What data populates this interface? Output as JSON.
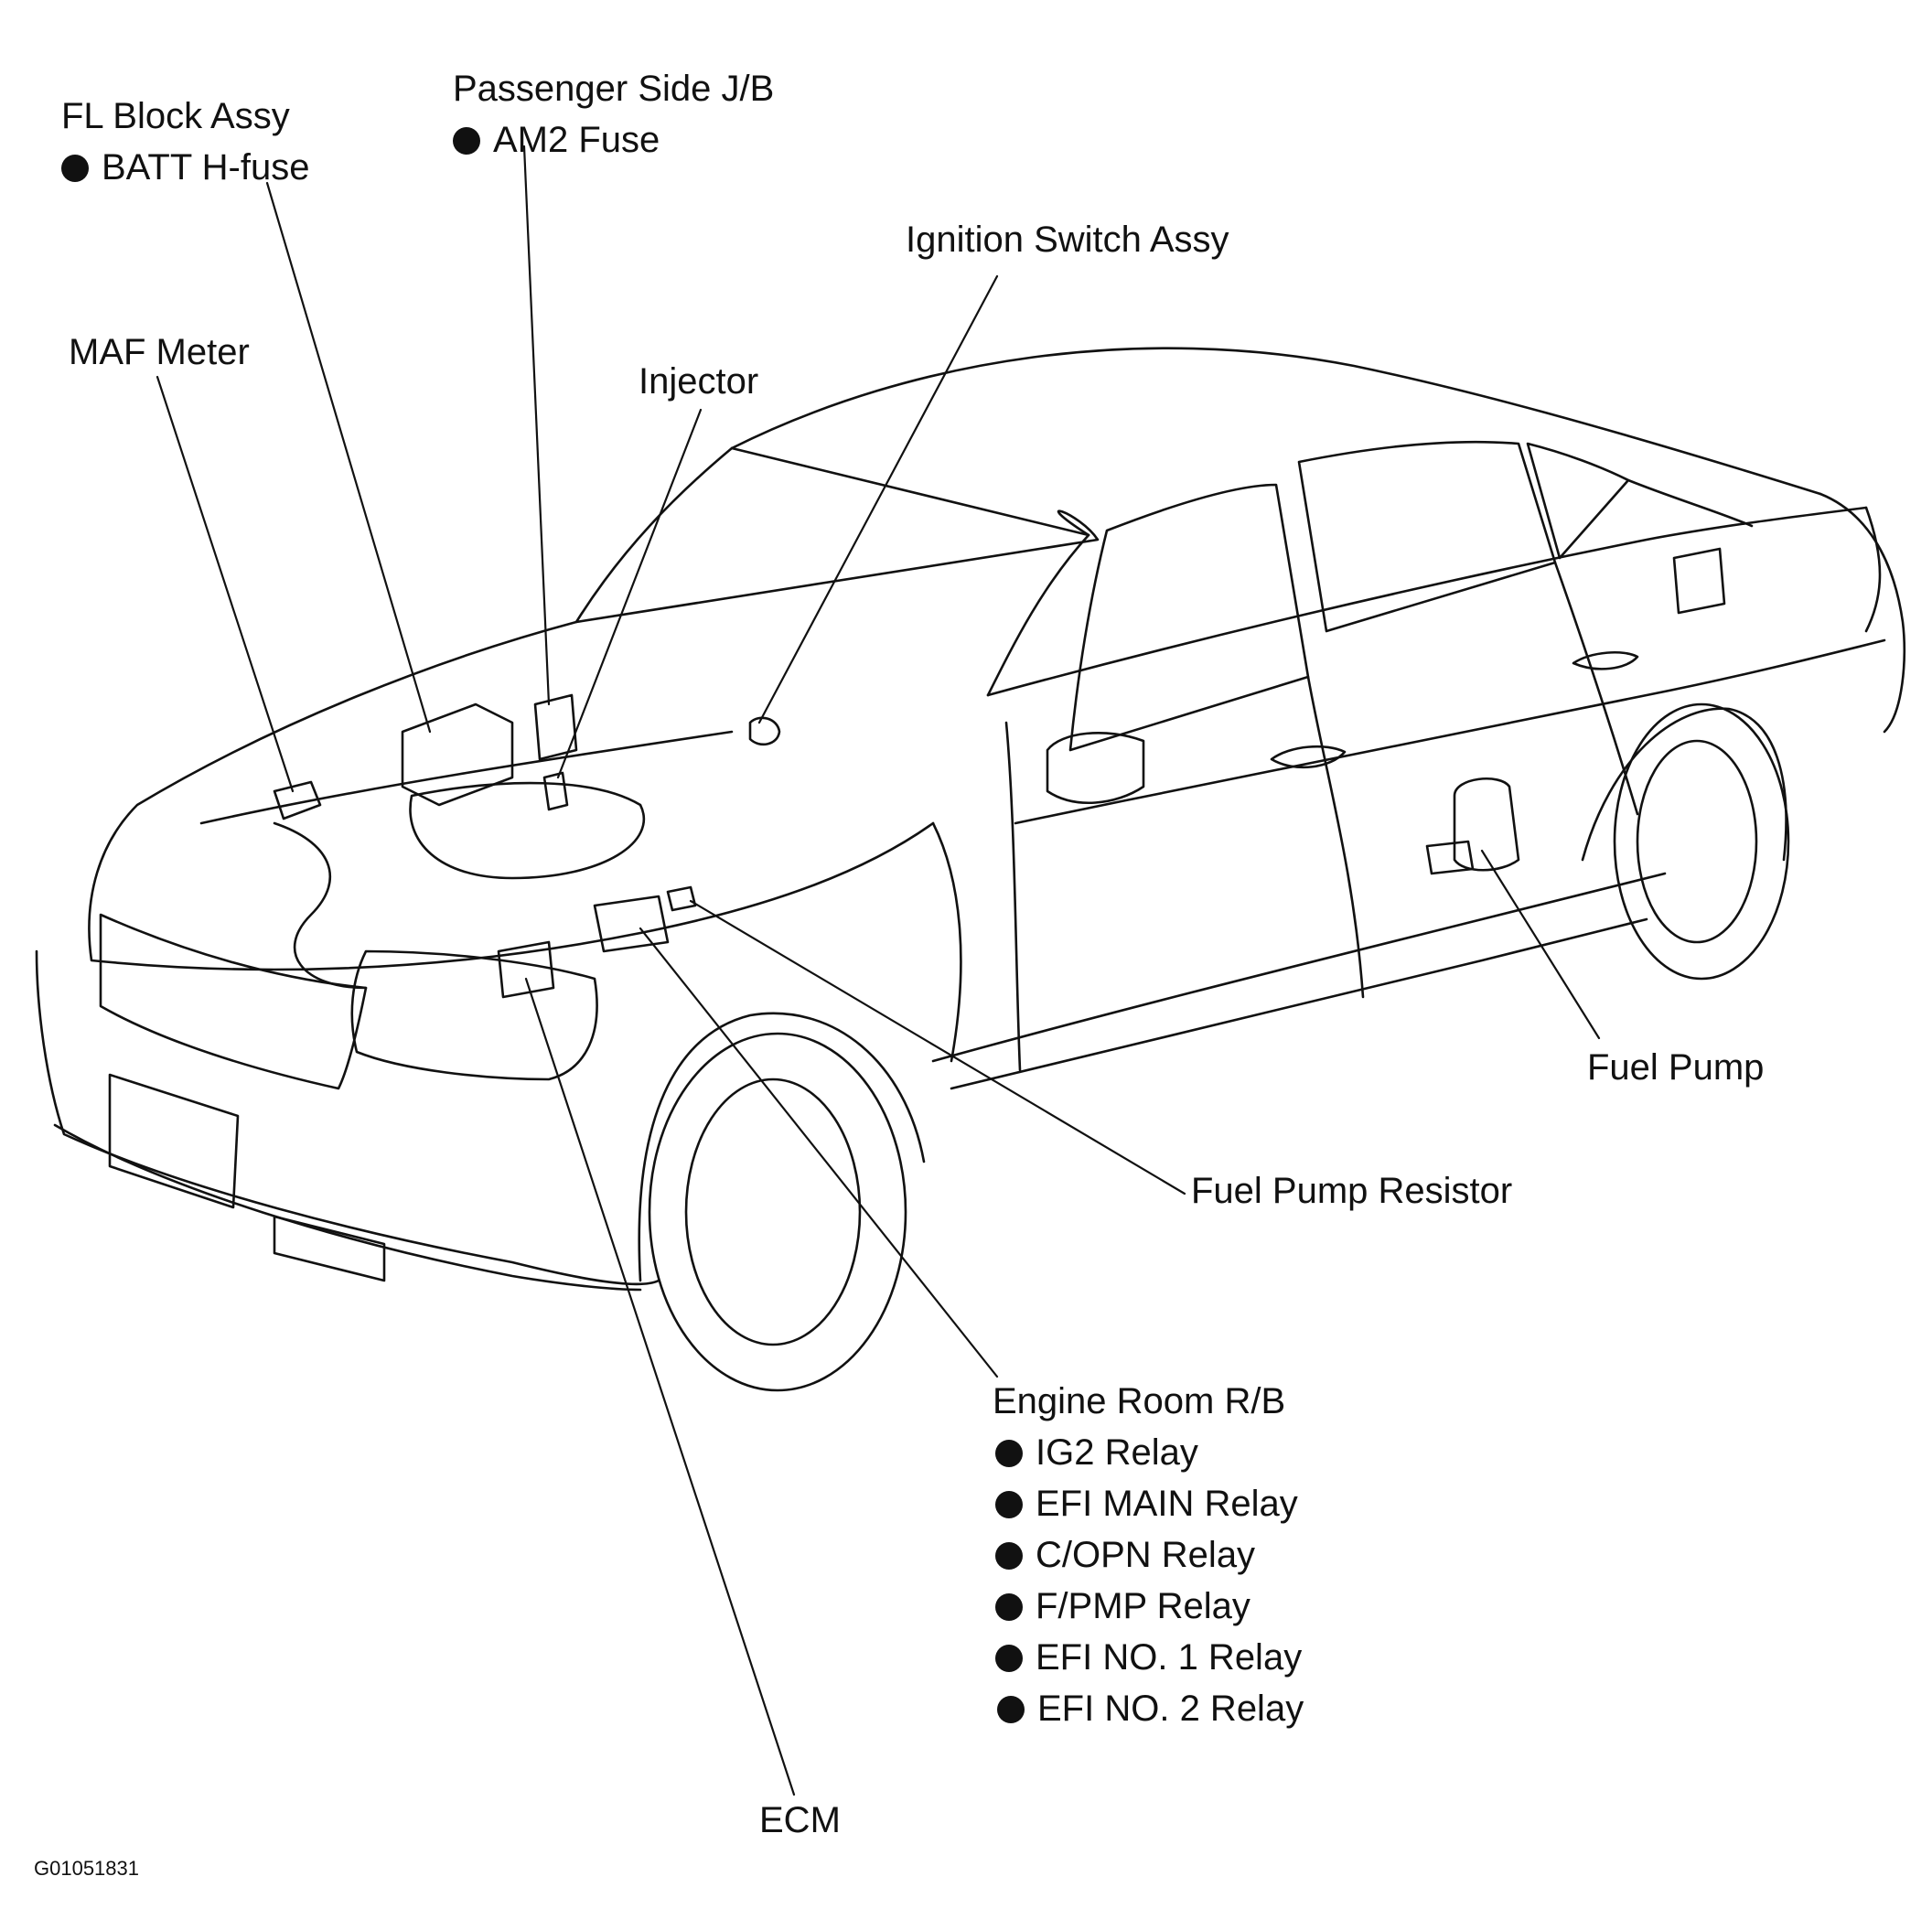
{
  "labels": {
    "fl_block": {
      "title": "FL Block Assy",
      "items": [
        "BATT H-fuse"
      ]
    },
    "passenger_jb": {
      "title": "Passenger Side J/B",
      "items": [
        "AM2 Fuse"
      ]
    },
    "ignition_switch": "Ignition Switch Assy",
    "maf_meter": "MAF Meter",
    "injector": "Injector",
    "fuel_pump": "Fuel Pump",
    "fuel_pump_resistor": "Fuel Pump Resistor",
    "engine_room_rb": {
      "title": "Engine Room R/B",
      "items": [
        "IG2 Relay",
        "EFI MAIN Relay",
        "C/OPN Relay",
        "F/PMP Relay",
        "EFI NO. 1 Relay",
        "EFI NO. 2 Relay"
      ]
    },
    "ecm": "ECM"
  },
  "figure_id": "G01051831",
  "colors": {
    "line": "#111111",
    "background": "#ffffff"
  }
}
